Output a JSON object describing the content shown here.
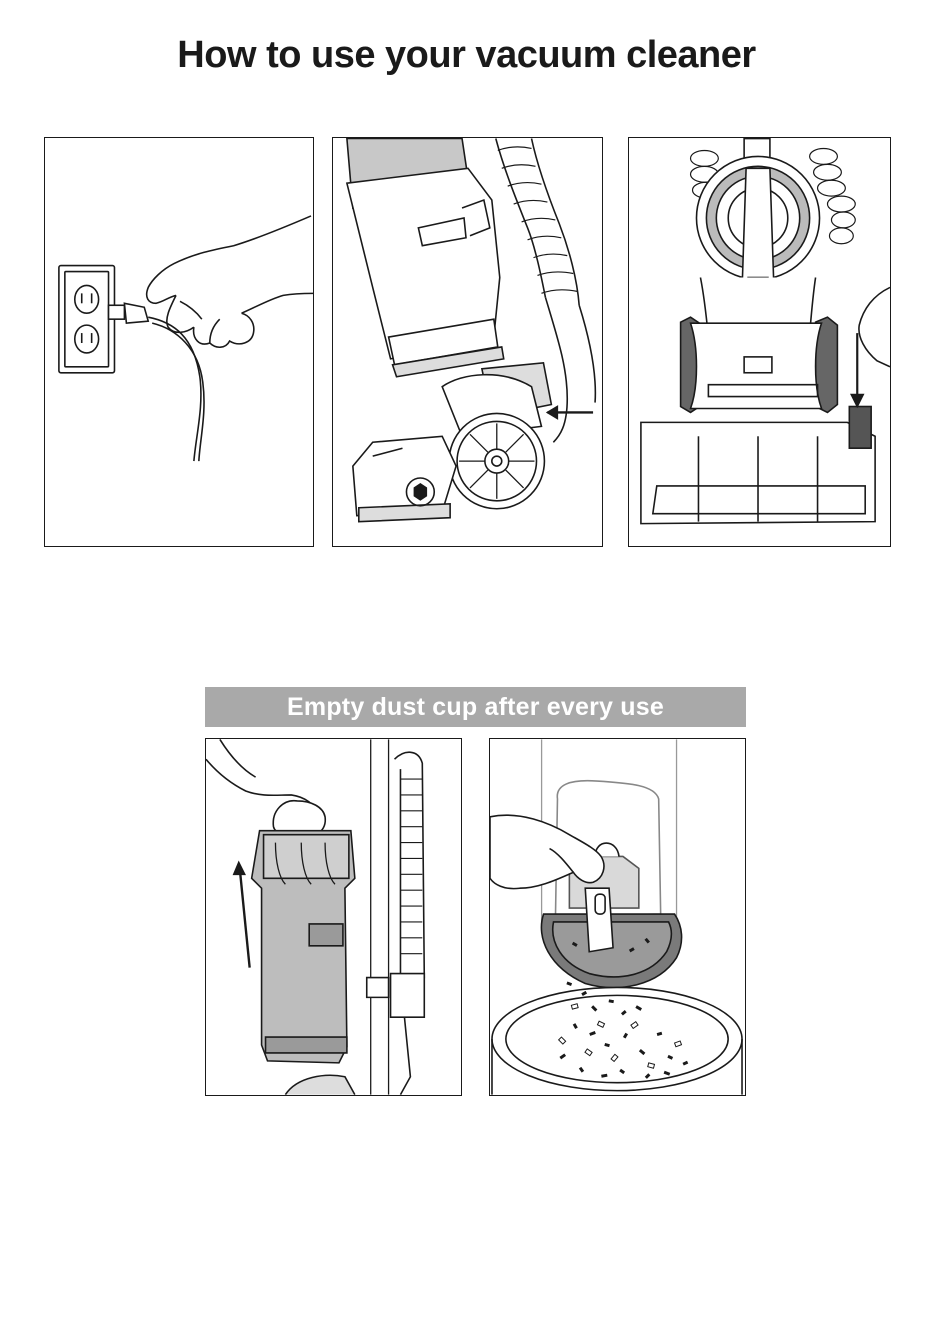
{
  "page": {
    "title": "How to use your vacuum cleaner"
  },
  "section": {
    "banner": "Empty dust cup after every use",
    "banner_color": "#a9a9a9"
  },
  "illustrations": [
    {
      "id": "plug-in",
      "icon": "power-plug-outlet-icon"
    },
    {
      "id": "hose-connection",
      "icon": "hose-arrow-icon"
    },
    {
      "id": "pedal-release",
      "icon": "foot-pedal-arrow-icon"
    },
    {
      "id": "remove-dust-cup",
      "icon": "lift-arrow-icon"
    },
    {
      "id": "empty-dust-cup",
      "icon": "trash-bin-icon"
    }
  ],
  "colors": {
    "line": "#1a1a1a",
    "fill_light": "#d9d9d9",
    "fill_mid": "#9a9a9a",
    "fill_dark": "#7a7a7a"
  }
}
